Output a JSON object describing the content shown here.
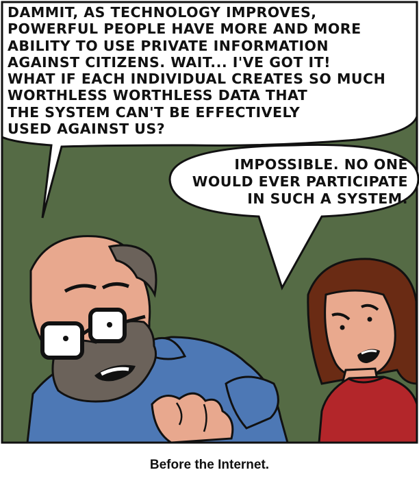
{
  "comic": {
    "man_speech": [
      "DAMMIT, AS TECHNOLOGY IMPROVES,",
      "POWERFUL PEOPLE HAVE MORE AND MORE",
      "ABILITY TO USE PRIVATE INFORMATION",
      "AGAINST CITIZENS. WAIT... I'VE GOT IT!",
      "WHAT IF EACH INDIVIDUAL CREATES SO MUCH",
      "WORTHLESS WORTHLESS DATA THAT",
      "THE SYSTEM CAN'T BE EFFECTIVELY",
      "USED AGAINST US?"
    ],
    "woman_speech": [
      "IMPOSSIBLE. NO ONE",
      "WOULD EVER PARTICIPATE",
      "IN SUCH A SYSTEM."
    ],
    "caption": "Before the Internet."
  },
  "colors": {
    "background": "#556b45",
    "man_skin": "#e8a88e",
    "man_beard": "#6b625a",
    "man_shirt": "#4d78b5",
    "woman_hair": "#6a2b14",
    "woman_sweater": "#b3262a",
    "woman_skin": "#e9a98e",
    "outline": "#111111"
  }
}
